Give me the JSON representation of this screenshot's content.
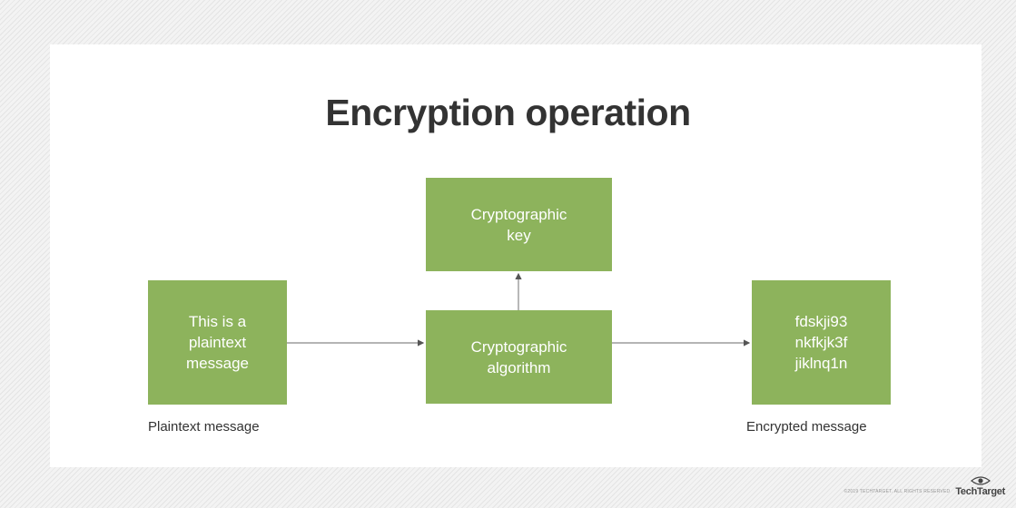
{
  "title": "Encryption operation",
  "nodes": {
    "key": "Cryptographic\nkey",
    "plaintext": "This is a\nplaintext\nmessage",
    "algorithm": "Cryptographic\nalgorithm",
    "encrypted": "fdskji93\nnkfkjk3f\njiklnq1n"
  },
  "captions": {
    "plaintext": "Plaintext message",
    "encrypted": "Encrypted message"
  },
  "colors": {
    "box_fill": "#8db35c",
    "box_text": "#ffffff",
    "arrow": "#777777",
    "title": "#333333"
  },
  "watermark": {
    "copyright": "©2019 TECHTARGET. ALL RIGHTS RESERVED",
    "logo": "TechTarget",
    "logo_icon": "eye-icon"
  }
}
